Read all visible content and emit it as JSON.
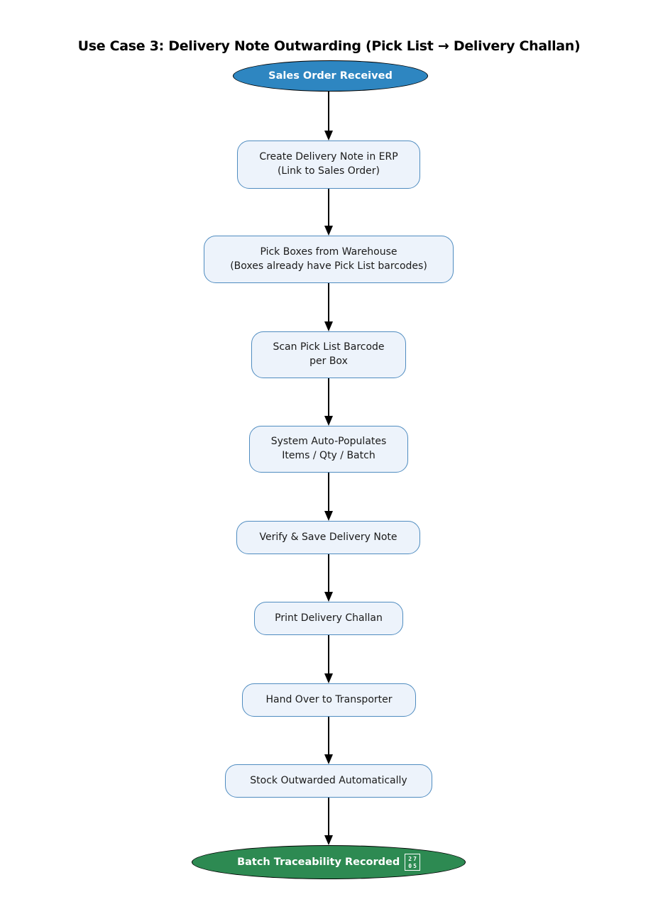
{
  "title": "Use Case 3: Delivery Note Outwarding (Pick List → Delivery Challan)",
  "colors": {
    "start_fill": "#2e86c1",
    "end_fill": "#2d8a52",
    "step_fill": "#edf3fb",
    "step_border": "#4f8cc0",
    "terminal_text": "#ffffff",
    "step_text": "#1a1a1a",
    "arrow": "#000000"
  },
  "start_node": {
    "label": "Sales Order Received"
  },
  "steps": [
    {
      "label": "Create Delivery Note in ERP\n(Link to Sales Order)"
    },
    {
      "label": "Pick Boxes from Warehouse\n(Boxes already have Pick List barcodes)"
    },
    {
      "label": "Scan Pick List Barcode\nper Box"
    },
    {
      "label": "System Auto-Populates\nItems / Qty / Batch"
    },
    {
      "label": "Verify & Save Delivery Note"
    },
    {
      "label": "Print Delivery Challan"
    },
    {
      "label": "Hand Over to Transporter"
    },
    {
      "label": "Stock Outwarded Automatically"
    }
  ],
  "end_node": {
    "label": "Batch Traceability Recorded",
    "glyph_top": "27",
    "glyph_bottom": "05"
  }
}
